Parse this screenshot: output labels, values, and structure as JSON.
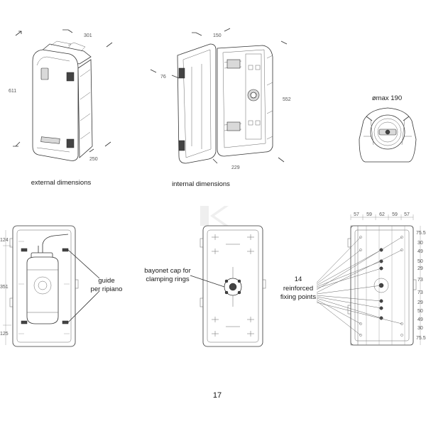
{
  "page_number": "17",
  "captions": {
    "external": "external dimensions",
    "internal": "internal dimensions",
    "omax": "ømax 190",
    "guide_line1": "guide",
    "guide_line2": "per ripiano",
    "bayonet_line1": "bayonet cap for",
    "bayonet_line2": "clamping rings",
    "reinforced_line1": "14",
    "reinforced_line2": "reinforced",
    "reinforced_line3": "fixing points"
  },
  "external_dims": {
    "width": "301",
    "height": "611",
    "depth": "250"
  },
  "internal_dims": {
    "width": "150",
    "depth_a": "76",
    "height": "552",
    "depth_b": "229"
  },
  "front_left_dims": {
    "top": "124",
    "middle": "351",
    "bottom": "125"
  },
  "back_top_dims": [
    "57",
    "59",
    "62",
    "59",
    "57"
  ],
  "back_right_dims": [
    "75.5",
    "30",
    "49",
    "50",
    "29",
    "73",
    "73",
    "29",
    "50",
    "49",
    "30",
    "75.5"
  ]
}
